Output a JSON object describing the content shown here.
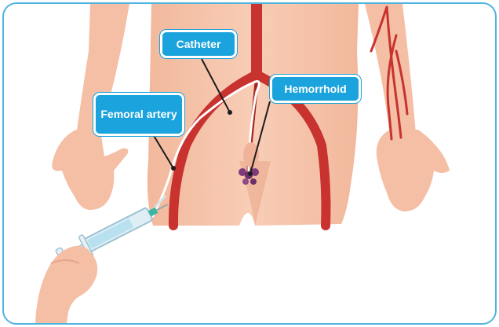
{
  "labels": {
    "catheter": "Catheter",
    "hemorrhoid": "Hemorrhoid",
    "femoral_artery": "Femoral artery"
  },
  "colors": {
    "skin": "#f6c6ad",
    "skin_shadow": "#eaa98b",
    "artery": "#c8322f",
    "artery_dark": "#a52420",
    "label_bg": "#1aa3dc",
    "frame": "#4fb3e0"
  },
  "icons": {
    "syringe": "syringe-icon",
    "hand": "hand-icon"
  }
}
